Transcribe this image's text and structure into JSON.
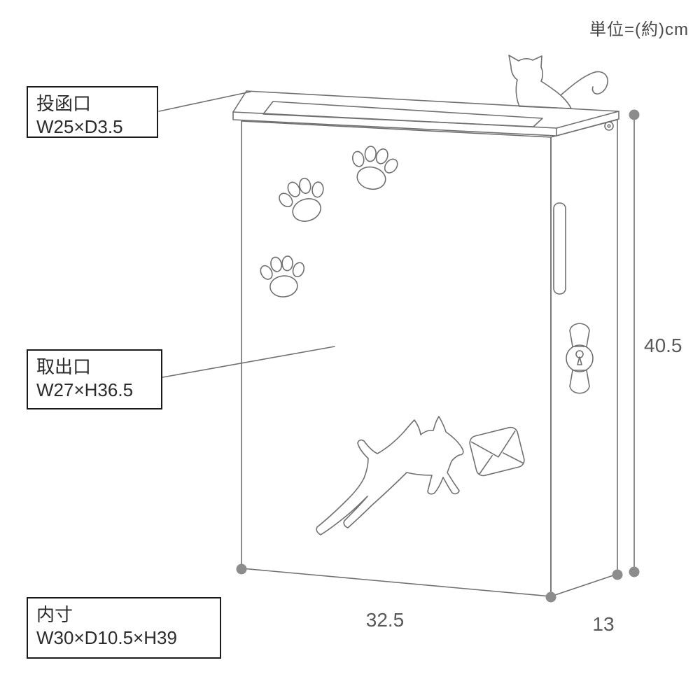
{
  "unit_note": "単位=(約)cm",
  "labels": {
    "slot": {
      "title": "投函口",
      "size": "W25×D3.5"
    },
    "outlet": {
      "title": "取出口",
      "size": "W27×H36.5"
    },
    "inner": {
      "title": "内寸",
      "size": "W30×D10.5×H39"
    }
  },
  "dimensions": {
    "height": "40.5",
    "width": "32.5",
    "depth": "13"
  },
  "figure": {
    "elements": [
      "mailbox-body",
      "lid-mail-slot",
      "cat-on-lid",
      "paw-prints",
      "leaping-dog-cutout",
      "envelope-cutout",
      "key-lock",
      "side-latch"
    ]
  },
  "colors": {
    "background": "#ffffff",
    "line": "#707070",
    "dot": "#8c8c8c",
    "label_border": "#1a1a1a",
    "label_text": "#2b2b2b",
    "dim_text": "#595959"
  }
}
